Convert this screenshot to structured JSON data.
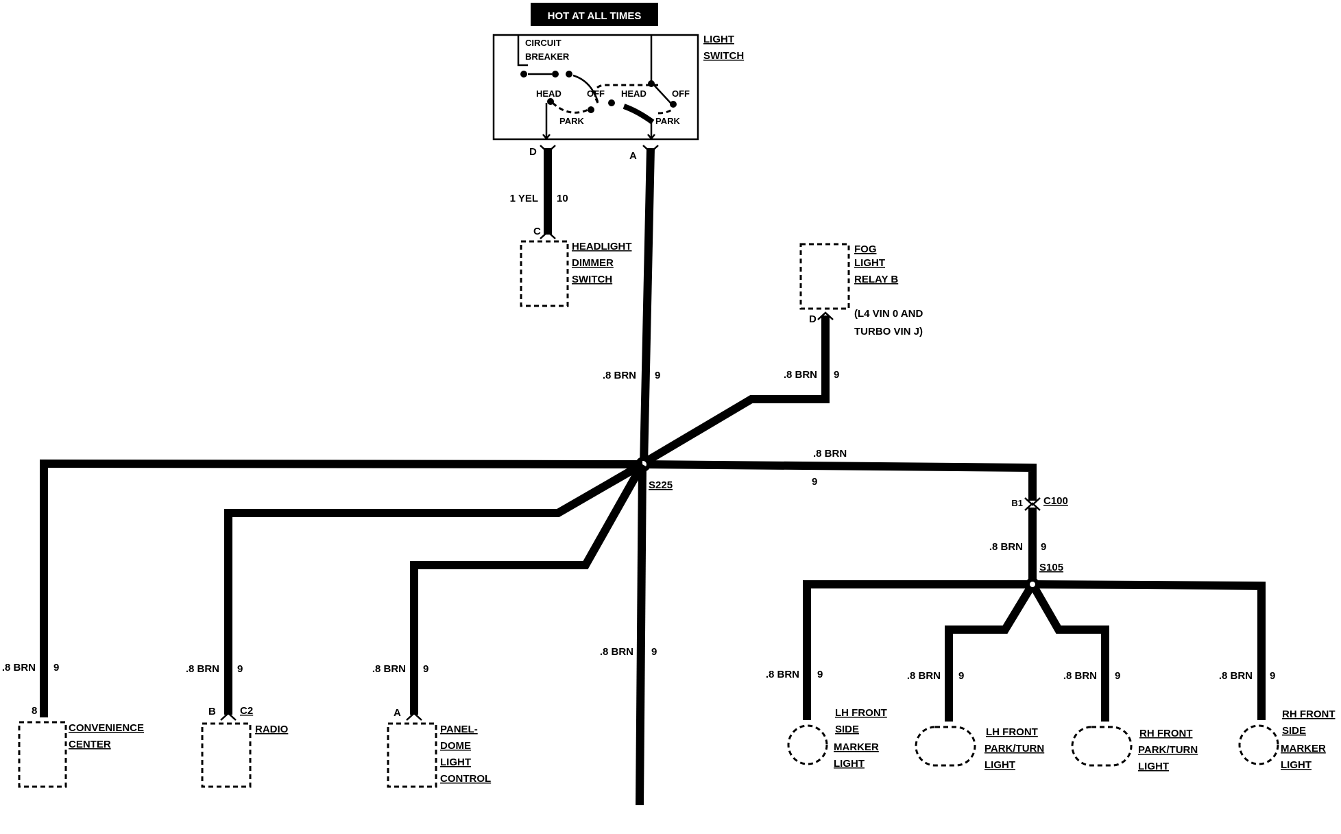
{
  "header": {
    "hot_label": "HOT AT ALL TIMES"
  },
  "light_switch": {
    "label_lines": [
      "LIGHT",
      "SWITCH"
    ],
    "circuit_breaker_lines": [
      "CIRCUIT",
      "BREAKER"
    ],
    "left_head": "HEAD",
    "left_off": "OFF",
    "left_park": "PARK",
    "right_head": "HEAD",
    "right_off": "OFF",
    "right_park": "PARK",
    "pin_d": "D",
    "pin_a": "A"
  },
  "wire_dimmer": {
    "gauge_color": "1 YEL",
    "circuit": "10"
  },
  "headlight_dimmer": {
    "pin": "C",
    "label_lines": [
      "HEADLIGHT",
      "DIMMER",
      "SWITCH"
    ]
  },
  "fog_relay": {
    "pin": "D",
    "label_lines": [
      "FOG",
      "LIGHT",
      "RELAY B"
    ],
    "note_lines": [
      "(L4 VIN 0 AND",
      "TURBO VIN J)"
    ]
  },
  "wires": {
    "main_upper": {
      "gauge_color": ".8 BRN",
      "circuit": "9"
    },
    "fog": {
      "gauge_color": ".8 BRN",
      "circuit": "9"
    },
    "right_run": {
      "gauge_color": ".8 BRN",
      "circuit": "9"
    },
    "c100_s105": {
      "gauge_color": ".8 BRN",
      "circuit": "9"
    },
    "main_lower": {
      "gauge_color": ".8 BRN",
      "circuit": "9"
    },
    "convenience": {
      "gauge_color": ".8 BRN",
      "circuit": "9"
    },
    "radio": {
      "gauge_color": ".8 BRN",
      "circuit": "9"
    },
    "panel": {
      "gauge_color": ".8 BRN",
      "circuit": "9"
    },
    "lh_side": {
      "gauge_color": ".8 BRN",
      "circuit": "9"
    },
    "lh_park": {
      "gauge_color": ".8 BRN",
      "circuit": "9"
    },
    "rh_park": {
      "gauge_color": ".8 BRN",
      "circuit": "9"
    },
    "rh_side": {
      "gauge_color": ".8 BRN",
      "circuit": "9"
    }
  },
  "splices": {
    "s225": "S225",
    "s105": "S105"
  },
  "connector_c100": {
    "pin": "B1",
    "label": "C100"
  },
  "convenience_center": {
    "pin": "8",
    "label_lines": [
      "CONVENIENCE",
      "CENTER"
    ]
  },
  "radio": {
    "pin": "B",
    "connector": "C2",
    "label_lines": [
      "RADIO"
    ]
  },
  "panel_dome": {
    "pin": "A",
    "label_lines": [
      "PANEL-",
      "DOME",
      "LIGHT",
      "CONTROL"
    ]
  },
  "lh_front_side": {
    "label_lines": [
      "LH FRONT",
      "SIDE",
      "MARKER",
      "LIGHT"
    ]
  },
  "lh_front_park": {
    "label_lines": [
      "LH FRONT",
      "PARK/TURN",
      "LIGHT"
    ]
  },
  "rh_front_park": {
    "label_lines": [
      "RH FRONT",
      "PARK/TURN",
      "LIGHT"
    ]
  },
  "rh_front_side": {
    "label_lines": [
      "RH FRONT",
      "SIDE",
      "MARKER",
      "LIGHT"
    ]
  }
}
